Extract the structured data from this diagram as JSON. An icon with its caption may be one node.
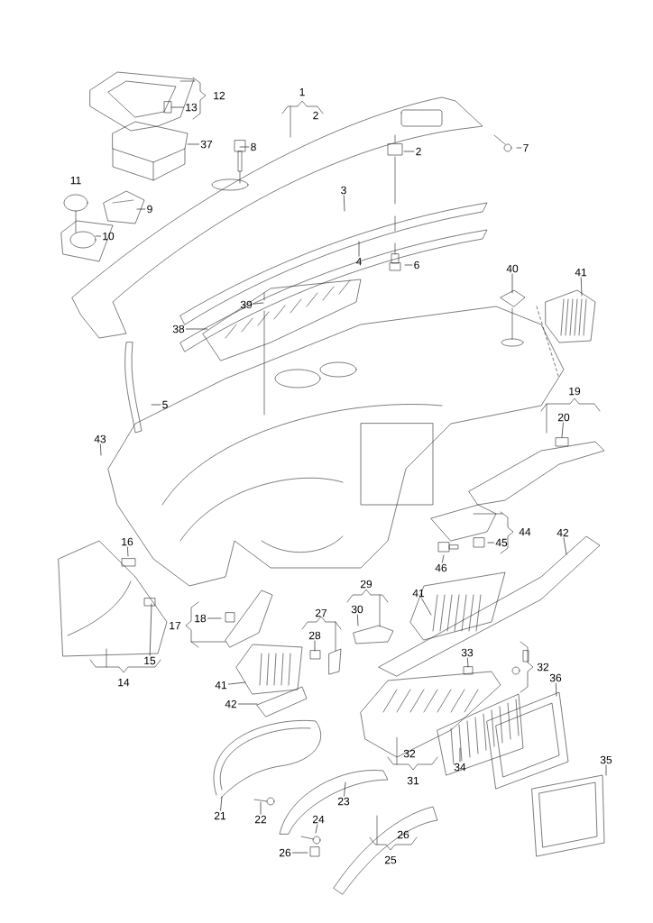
{
  "diagram": {
    "nodes": [
      {
        "text": [
          "13"
        ]
      },
      {
        "text": [
          "37"
        ]
      },
      {
        "text": [
          "8"
        ]
      },
      {
        "text": [
          "7"
        ]
      },
      {
        "text": [
          "2"
        ]
      },
      {
        "text": [
          "3"
        ]
      },
      {
        "text": [
          "9"
        ]
      },
      {
        "text": [
          "10"
        ]
      },
      {
        "text": [
          "4"
        ]
      },
      {
        "text": [
          "6"
        ]
      },
      {
        "text": [
          "40"
        ]
      },
      {
        "text": [
          "41"
        ]
      },
      {
        "text": [
          "39"
        ]
      },
      {
        "text": [
          "38"
        ]
      },
      {
        "text": [
          "5"
        ]
      },
      {
        "text": [
          "20"
        ]
      },
      {
        "text": [
          "43"
        ]
      },
      {
        "text": [
          "42"
        ]
      },
      {
        "text": [
          "16"
        ]
      },
      {
        "text": [
          "45"
        ]
      },
      {
        "text": [
          "46"
        ]
      },
      {
        "text": [
          "41"
        ]
      },
      {
        "text": [
          "30"
        ]
      },
      {
        "text": [
          "18"
        ]
      },
      {
        "text": [
          "28"
        ]
      },
      {
        "text": [
          "33"
        ]
      },
      {
        "text": [
          "15"
        ]
      },
      {
        "text": [
          "36"
        ]
      },
      {
        "text": [
          "41"
        ]
      },
      {
        "text": [
          "42"
        ]
      },
      {
        "text": [
          "35"
        ]
      },
      {
        "text": [
          "34"
        ]
      },
      {
        "text": [
          "21"
        ]
      },
      {
        "text": [
          "22"
        ]
      },
      {
        "text": [
          "23"
        ]
      },
      {
        "text": [
          "24"
        ]
      },
      {
        "text": [
          "26"
        ]
      }
    ],
    "edges": [
      {
        "from": 0,
        "to": null,
        "arrow": "none"
      },
      {
        "from": 1,
        "to": null,
        "arrow": "none"
      },
      {
        "from": 2,
        "to": null,
        "arrow": "none"
      },
      {
        "from": 3,
        "to": null,
        "arrow": "none"
      },
      {
        "from": 4,
        "to": null,
        "arrow": "none"
      },
      {
        "from": 5,
        "to": null,
        "arrow": "none"
      },
      {
        "from": 6,
        "to": null,
        "arrow": "none"
      },
      {
        "from": 7,
        "to": null,
        "arrow": "none"
      },
      {
        "from": 8,
        "to": null,
        "arrow": "none"
      },
      {
        "from": 9,
        "to": null,
        "arrow": "none"
      },
      {
        "from": 10,
        "to": null,
        "arrow": "none"
      },
      {
        "from": 11,
        "to": null,
        "arrow": "none"
      },
      {
        "from": 12,
        "to": null,
        "arrow": "none"
      },
      {
        "from": 13,
        "to": null,
        "arrow": "none"
      },
      {
        "from": 14,
        "to": null,
        "arrow": "none"
      },
      {
        "from": 15,
        "to": null,
        "arrow": "none"
      },
      {
        "from": 16,
        "to": null,
        "arrow": "none"
      },
      {
        "from": 17,
        "to": null,
        "arrow": "none"
      },
      {
        "from": 18,
        "to": null,
        "arrow": "none"
      },
      {
        "from": 19,
        "to": null,
        "arrow": "none"
      },
      {
        "from": 20,
        "to": null,
        "arrow": "none"
      },
      {
        "from": 21,
        "to": null,
        "arrow": "none"
      },
      {
        "from": 22,
        "to": null,
        "arrow": "none"
      },
      {
        "from": 23,
        "to": null,
        "arrow": "none"
      },
      {
        "from": 24,
        "to": null,
        "arrow": "none"
      },
      {
        "from": 25,
        "to": null,
        "arrow": "none"
      },
      {
        "from": 26,
        "to": null,
        "arrow": "none"
      },
      {
        "from": 27,
        "to": null,
        "arrow": "none"
      },
      {
        "from": 28,
        "to": null,
        "arrow": "none"
      },
      {
        "from": 29,
        "to": null,
        "arrow": "none"
      },
      {
        "from": 30,
        "to": null,
        "arrow": "none"
      },
      {
        "from": 31,
        "to": null,
        "arrow": "none"
      },
      {
        "from": 32,
        "to": null,
        "arrow": "none"
      },
      {
        "from": 33,
        "to": null,
        "arrow": "none"
      },
      {
        "from": 34,
        "to": null,
        "arrow": "none"
      },
      {
        "from": 35,
        "to": null,
        "arrow": "none"
      },
      {
        "from": 36,
        "to": null,
        "arrow": "none"
      }
    ],
    "labels": [
      "12",
      "1",
      "2",
      "11",
      "19",
      "44",
      "29",
      "27",
      "17",
      "32",
      "14",
      "32",
      "31",
      "26",
      "25"
    ]
  }
}
